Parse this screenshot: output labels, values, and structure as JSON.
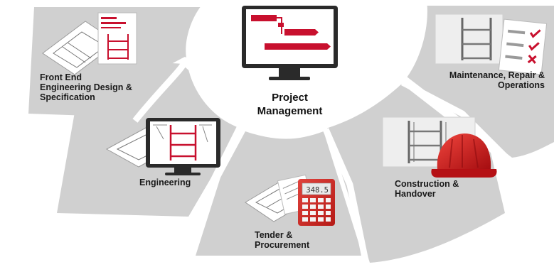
{
  "center": {
    "line1": "Project",
    "line2": "Management"
  },
  "phases": [
    {
      "line1": "Front End",
      "line2": "Engineering Design &",
      "line3": "Specification"
    },
    {
      "line1": "Engineering"
    },
    {
      "line1": "Tender &",
      "line2": "Procurement"
    },
    {
      "line1": "Construction &",
      "line2": "Handover"
    },
    {
      "line1": "Maintenance, Repair &",
      "line2": "Operations"
    }
  ],
  "calculator": {
    "display": "348.5"
  },
  "colors": {
    "segment": "#d0d0d0",
    "accent": "#c8102e",
    "monitor": "#2a2a2a",
    "background": "#ffffff"
  },
  "icons": [
    "blueprint-icon",
    "monitor-gantt-icon",
    "monitor-scaffold-icon",
    "calculator-icon",
    "hard-hat-icon",
    "checklist-icon"
  ]
}
